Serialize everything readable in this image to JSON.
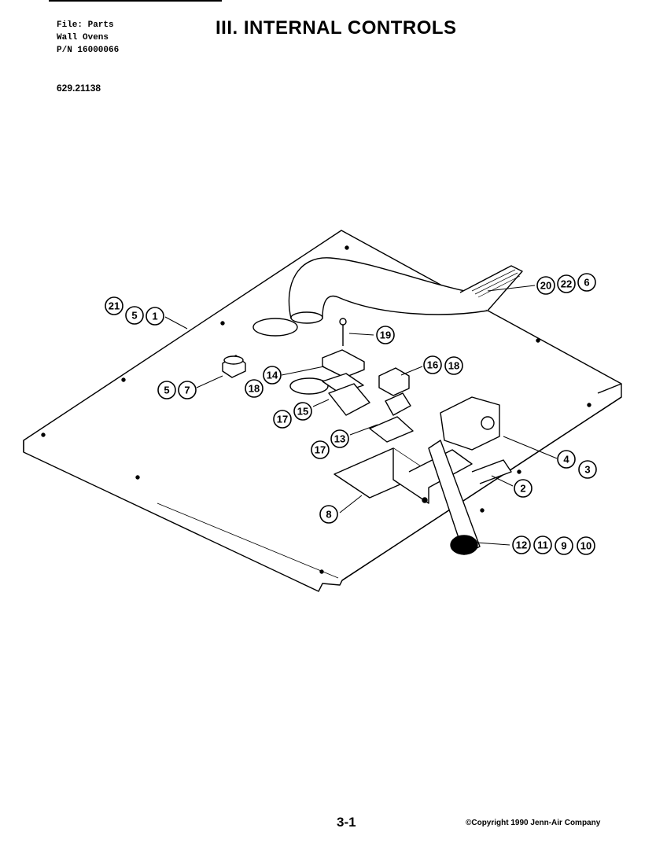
{
  "header": {
    "file_line": "File: Parts",
    "category_line": "Wall Ovens",
    "pn_line": "P/N 16000066",
    "title": "III. INTERNAL CONTROLS",
    "model_number": "629.21138"
  },
  "footer": {
    "page_number": "3-1",
    "copyright": "©Copyright 1990 Jenn-Air Company"
  },
  "callouts": [
    {
      "id": "c-20",
      "label": "20"
    },
    {
      "id": "c-22",
      "label": "22"
    },
    {
      "id": "c-6a",
      "label": "6"
    },
    {
      "id": "c-21",
      "label": "21"
    },
    {
      "id": "c-5a",
      "label": "5"
    },
    {
      "id": "c-1",
      "label": "1"
    },
    {
      "id": "c-19",
      "label": "19"
    },
    {
      "id": "c-16",
      "label": "16"
    },
    {
      "id": "c-18a",
      "label": "18"
    },
    {
      "id": "c-14",
      "label": "14"
    },
    {
      "id": "c-18b",
      "label": "18"
    },
    {
      "id": "c-5b",
      "label": "5"
    },
    {
      "id": "c-7",
      "label": "7"
    },
    {
      "id": "c-17a",
      "label": "17"
    },
    {
      "id": "c-15",
      "label": "15"
    },
    {
      "id": "c-17b",
      "label": "17"
    },
    {
      "id": "c-13",
      "label": "13"
    },
    {
      "id": "c-4",
      "label": "4"
    },
    {
      "id": "c-3",
      "label": "3"
    },
    {
      "id": "c-2",
      "label": "2"
    },
    {
      "id": "c-8",
      "label": "8"
    },
    {
      "id": "c-12",
      "label": "12"
    },
    {
      "id": "c-11",
      "label": "11"
    },
    {
      "id": "c-9",
      "label": "9"
    },
    {
      "id": "c-10",
      "label": "10"
    }
  ]
}
